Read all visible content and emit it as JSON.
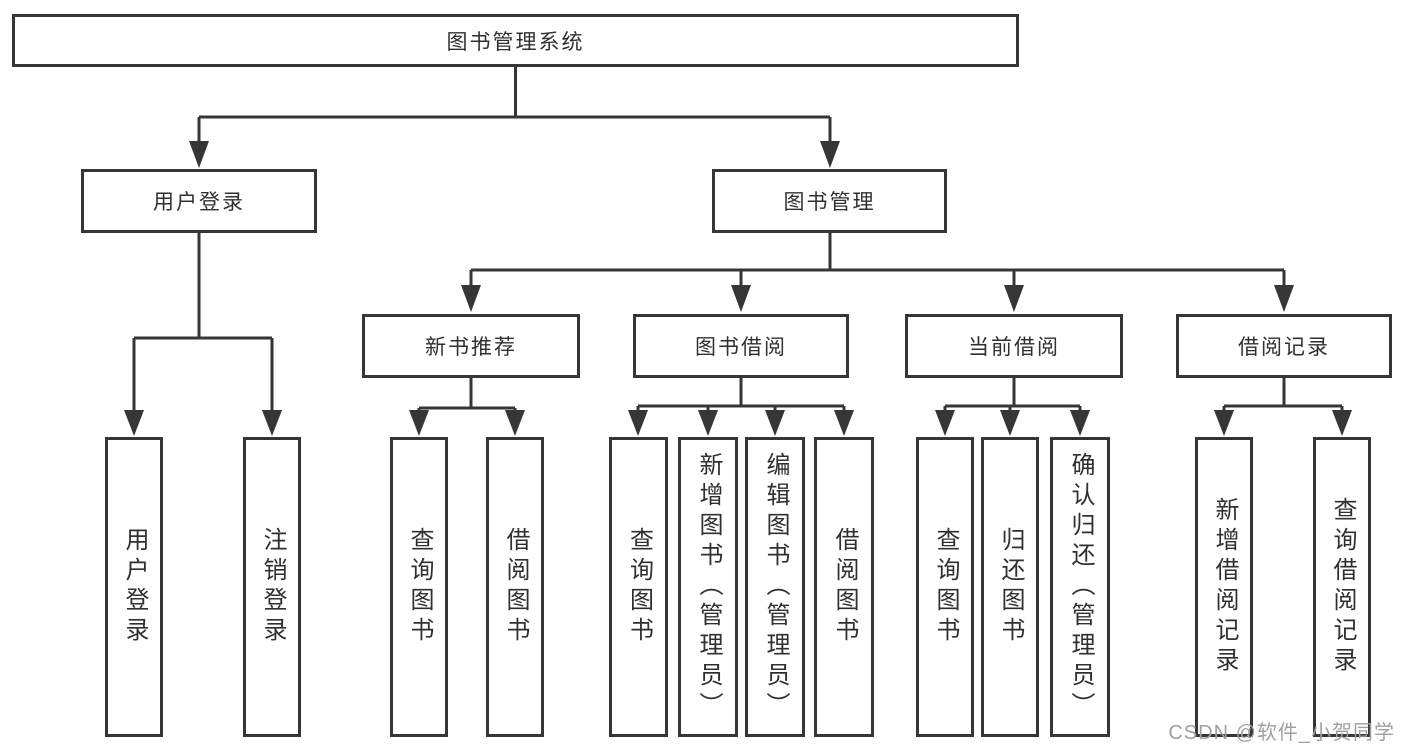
{
  "colors": {
    "line": "#363636",
    "box_border": "#363636",
    "text": "#303030",
    "box_background": "#ffffff",
    "page_background": "#ffffff",
    "watermark": "#a0a0a0"
  },
  "tree": {
    "root": {
      "label": "图书管理系统",
      "children": [
        {
          "label": "用户登录",
          "children": [
            {
              "label": "用户登录"
            },
            {
              "label": "注销登录"
            }
          ]
        },
        {
          "label": "图书管理",
          "children": [
            {
              "label": "新书推荐",
              "children": [
                {
                  "label": "查询图书"
                },
                {
                  "label": "借阅图书"
                }
              ]
            },
            {
              "label": "图书借阅",
              "children": [
                {
                  "label": "查询图书"
                },
                {
                  "label": "新增图书（管理员）"
                },
                {
                  "label": "编辑图书（管理员）"
                },
                {
                  "label": "借阅图书"
                }
              ]
            },
            {
              "label": "当前借阅",
              "children": [
                {
                  "label": "查询图书"
                },
                {
                  "label": "归还图书"
                },
                {
                  "label": "确认归还（管理员）"
                }
              ]
            },
            {
              "label": "借阅记录",
              "children": [
                {
                  "label": "新增借阅记录"
                },
                {
                  "label": "查询借阅记录"
                }
              ]
            }
          ]
        }
      ]
    }
  },
  "watermark": {
    "text": "CSDN @软件_小贺同学"
  }
}
